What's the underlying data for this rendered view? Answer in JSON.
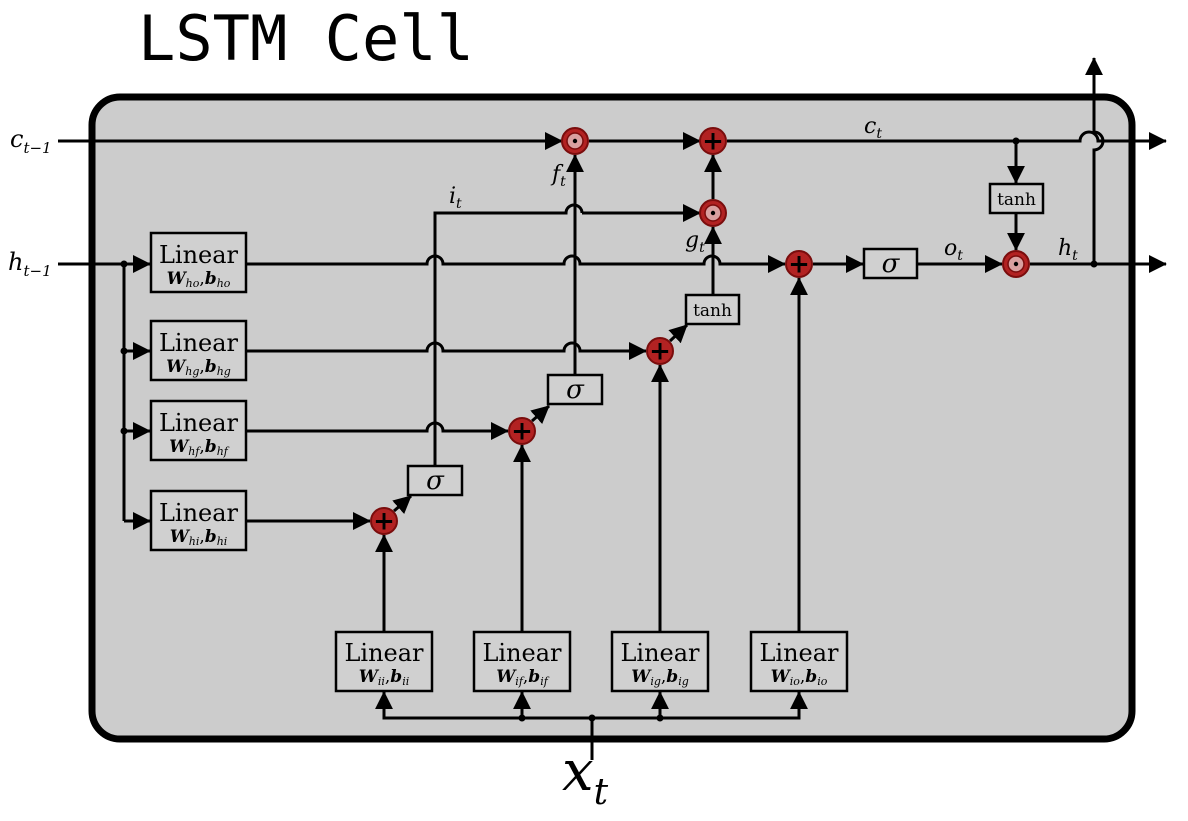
{
  "title": "LSTM Cell",
  "colors": {
    "cell_bg": "#cccccc",
    "operator_red": "#b22222",
    "line": "#000000"
  },
  "inputs": {
    "c_prev": {
      "base": "c",
      "sub": "t−1"
    },
    "h_prev": {
      "base": "h",
      "sub": "t−1"
    },
    "x": {
      "base": "x",
      "sub": "t"
    }
  },
  "outputs": {
    "c": {
      "base": "c",
      "sub": "t"
    },
    "h": {
      "base": "h",
      "sub": "t"
    }
  },
  "signals": {
    "i": {
      "base": "i",
      "sub": "t"
    },
    "f": {
      "base": "f",
      "sub": "t"
    },
    "g": {
      "base": "g",
      "sub": "t"
    },
    "o": {
      "base": "o",
      "sub": "t"
    }
  },
  "hidden_linears": [
    {
      "label": "Linear",
      "w": "W",
      "ws": "ho",
      "b": "b",
      "bs": "ho"
    },
    {
      "label": "Linear",
      "w": "W",
      "ws": "hg",
      "b": "b",
      "bs": "hg"
    },
    {
      "label": "Linear",
      "w": "W",
      "ws": "hf",
      "b": "b",
      "bs": "hf"
    },
    {
      "label": "Linear",
      "w": "W",
      "ws": "hi",
      "b": "b",
      "bs": "hi"
    }
  ],
  "input_linears": [
    {
      "label": "Linear",
      "w": "W",
      "ws": "ii",
      "b": "b",
      "bs": "ii"
    },
    {
      "label": "Linear",
      "w": "W",
      "ws": "if",
      "b": "b",
      "bs": "if"
    },
    {
      "label": "Linear",
      "w": "W",
      "ws": "ig",
      "b": "b",
      "bs": "ig"
    },
    {
      "label": "Linear",
      "w": "W",
      "ws": "io",
      "b": "b",
      "bs": "io"
    }
  ],
  "activations": {
    "sigma": "σ",
    "tanh": "tanh"
  },
  "operators": {
    "add": "+",
    "mul": "⊙"
  }
}
